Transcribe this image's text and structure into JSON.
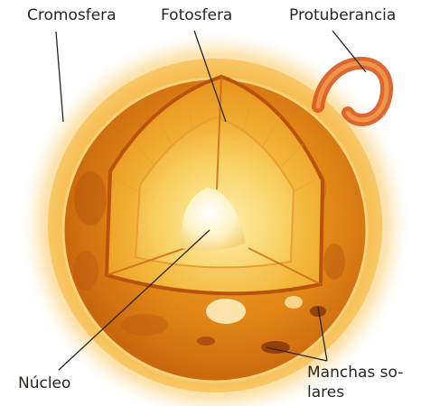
{
  "labels": {
    "cromosfera": "Cromosfera",
    "fotosfera": "Fotosfera",
    "protuberancia": "Protuberancia",
    "nucleo": "Núcleo",
    "manchas_line1": "Manchas so-",
    "manchas_line2": "lares"
  },
  "colors": {
    "corona_outer": "#f8c25a",
    "chromosphere": "#e89a1c",
    "photosphere_surface": "#d8780e",
    "convective_zone": "#f2b53a",
    "radiative_zone": "#f7d46a",
    "core": "#fff3c4",
    "sunspot": "#a8440c",
    "prominence": "#d9561a",
    "leader_line": "#2a2520"
  }
}
